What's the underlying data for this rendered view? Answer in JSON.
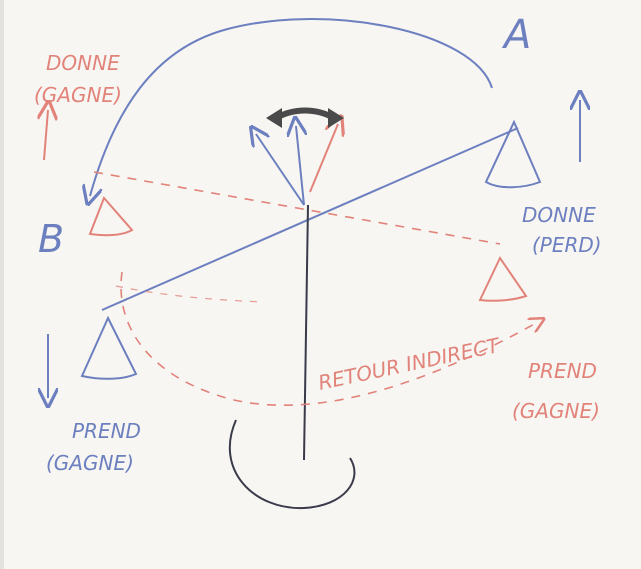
{
  "labels": {
    "a": "A",
    "b": "B",
    "donne_gagne": [
      "DONNE",
      "(GAGNE)"
    ],
    "donne_perd": [
      "DONNE",
      "(PERD)"
    ],
    "prend_gagne_left": [
      "PREND",
      "(GAGNE)"
    ],
    "prend_gagne_right": [
      "PREND",
      "(GAGNE)"
    ],
    "retour_indirect": "RETOUR INDIRECT"
  },
  "colors": {
    "blue": "#6c7fbf",
    "red": "#e2837a",
    "black": "#3a3a4a",
    "grey": "#4a4a4a",
    "board": "#f7f6f3"
  }
}
